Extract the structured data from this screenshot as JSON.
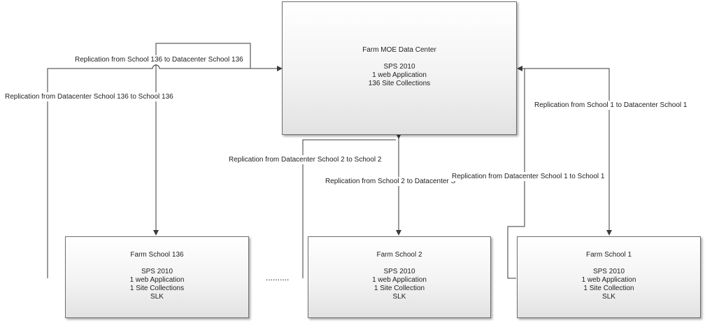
{
  "datacenter": {
    "title": "Farm MOE Data Center",
    "lines": [
      "SPS 2010",
      "1 web Application",
      "136 Site Collections"
    ]
  },
  "farms": [
    {
      "id": "136",
      "title": "Farm School 136",
      "lines": [
        "SPS 2010",
        "1 web Application",
        "1 Site Collections",
        "SLK"
      ]
    },
    {
      "id": "2",
      "title": "Farm School 2",
      "lines": [
        "SPS 2010",
        "1 web Application",
        "1 Site Collection",
        "SLK"
      ]
    },
    {
      "id": "1",
      "title": "Farm School 1",
      "lines": [
        "SPS 2010",
        "1 web Application",
        "1 Site Collection",
        "SLK"
      ]
    }
  ],
  "ellipsis": "..........",
  "labels": {
    "rep_136_to_dc": "Replication from School 136 to Datacenter School 136",
    "rep_dc_to_136": "Replication from Datacenter School 136 to School 136",
    "rep_dc_to_2": "Replication from Datacenter School 2 to School 2",
    "rep_2_to_dc": "Replication from School 2 to Datacenter S",
    "rep_dc_to_1": "Replication from Datacenter School 1 to School 1",
    "rep_1_to_dc": "Replication from School 1 to Datacenter School 1"
  },
  "colors": {
    "line": "#3a3a3a",
    "border": "#6e6e6e"
  }
}
